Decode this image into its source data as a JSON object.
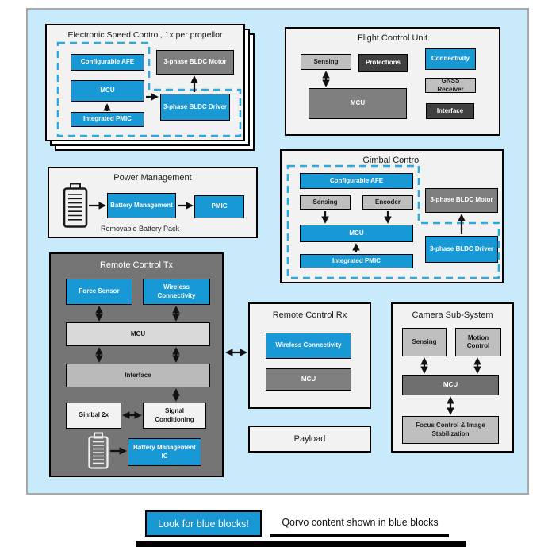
{
  "esc": {
    "title": "Electronic Speed Control, 1x per propellor",
    "blocks": {
      "afe": "Configurable AFE",
      "mcu": "MCU",
      "pmic": "Integrated PMIC",
      "motor": "3-phase BLDC Motor",
      "driver": "3-phase BLDC Driver"
    }
  },
  "fcu": {
    "title": "Flight Control Unit",
    "blocks": {
      "sensing": "Sensing",
      "protections": "Protections",
      "connectivity": "Connectivity",
      "gnss": "GNSS Receiver",
      "interface": "Interface",
      "mcu": "MCU"
    }
  },
  "gimbal": {
    "title": "Gimbal Control",
    "blocks": {
      "afe": "Configurable AFE",
      "sensing": "Sensing",
      "encoder": "Encoder",
      "mcu": "MCU",
      "pmic": "Integrated PMIC",
      "motor": "3-phase BLDC Motor",
      "driver": "3-phase BLDC Driver"
    }
  },
  "power": {
    "title": "Power Management",
    "caption": "Removable Battery Pack",
    "blocks": {
      "battery_mgmt": "Battery Management",
      "pmic": "PMIC"
    }
  },
  "tx": {
    "title": "Remote Control Tx",
    "blocks": {
      "force_sensor": "Force Sensor",
      "wireless": "Wireless Connectivity",
      "mcu": "MCU",
      "interface": "Interface",
      "gimbal2x": "Gimbal 2x",
      "signal": "Signal Conditioning",
      "battery_ic": "Battery Management IC"
    }
  },
  "rx": {
    "title": "Remote Control Rx",
    "blocks": {
      "wireless": "Wireless Connectivity",
      "mcu": "MCU"
    }
  },
  "payload": {
    "title": "Payload"
  },
  "camera": {
    "title": "Camera Sub-System",
    "blocks": {
      "sensing": "Sensing",
      "motion": "Motion Control",
      "mcu": "MCU",
      "focus": "Focus Control & Image Stabilization"
    }
  },
  "legend": {
    "badge": "Look for blue blocks!",
    "caption": "Qorvo content shown in blue blocks"
  },
  "colors": {
    "qorvo_blue": "#1899d6",
    "panel_bg": "#c9eafb",
    "light_gray": "#bfbfbf",
    "mid_gray": "#7f7f7f",
    "dark_gray": "#404040",
    "tx_bg": "#757575"
  }
}
